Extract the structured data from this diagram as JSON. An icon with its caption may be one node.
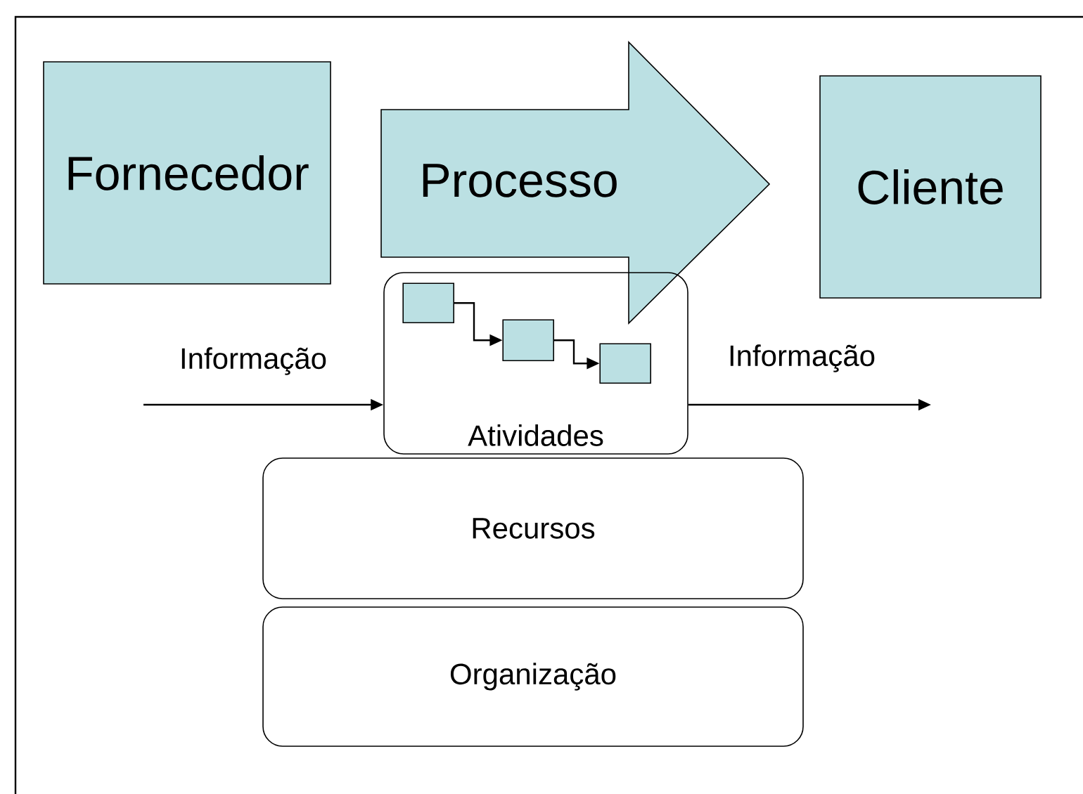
{
  "diagram": {
    "nodes": [
      {
        "text": [
          "Fornecedor"
        ]
      },
      {
        "text": [
          "Processo"
        ]
      },
      {
        "text": [
          "Cliente"
        ]
      },
      {
        "text": [
          "Atividades"
        ]
      },
      {
        "text": [],
        "shape": "box",
        "in": 3
      },
      {
        "text": [],
        "shape": "box",
        "in": 3
      },
      {
        "text": [],
        "shape": "box",
        "in": 3
      },
      {
        "text": [
          "Recursos"
        ]
      },
      {
        "text": [
          "Organização"
        ]
      }
    ],
    "edges": [
      {
        "from": null,
        "to": 3,
        "arrow": "to",
        "label": "Informação"
      },
      {
        "from": 3,
        "to": null,
        "arrow": "to",
        "label": "Informação"
      },
      {
        "from": 4,
        "to": 5,
        "arrow": "to"
      },
      {
        "from": 5,
        "to": 6,
        "arrow": "to"
      }
    ]
  }
}
